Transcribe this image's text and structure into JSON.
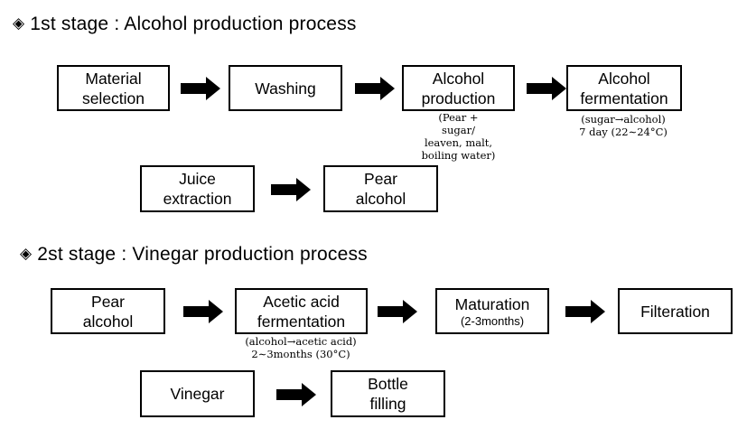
{
  "stage1": {
    "title": "1st stage : Alcohol production process",
    "boxes": {
      "material_selection": [
        "Material",
        "selection"
      ],
      "washing": [
        "Washing"
      ],
      "alcohol_production": [
        "Alcohol",
        "production"
      ],
      "alcohol_fermentation": [
        "Alcohol",
        "fermentation"
      ],
      "juice_extraction": [
        "Juice",
        "extraction"
      ],
      "pear_alcohol": [
        "Pear",
        "alcohol"
      ]
    },
    "notes": {
      "alcohol_production": [
        "(Pear +",
        "sugar/",
        "leaven, malt,",
        "boiling water)"
      ],
      "alcohol_fermentation": [
        "(sugar→alcohol)",
        "7 day (22∼24°C)"
      ]
    }
  },
  "stage2": {
    "title": "2st stage : Vinegar production process",
    "boxes": {
      "pear_alcohol": [
        "Pear",
        "alcohol"
      ],
      "acetic_acid_fermentation": [
        "Acetic acid",
        "fermentation"
      ],
      "maturation": [
        "Maturation"
      ],
      "maturation_sub": "(2-3months)",
      "filteration": [
        "Filteration"
      ],
      "vinegar": [
        "Vinegar"
      ],
      "bottle_filling": [
        "Bottle",
        "filling"
      ]
    },
    "notes": {
      "acetic_acid_fermentation": [
        "(alcohol→acetic acid)",
        "2∼3months (30°C)"
      ]
    }
  },
  "bullet_glyph": "◈"
}
